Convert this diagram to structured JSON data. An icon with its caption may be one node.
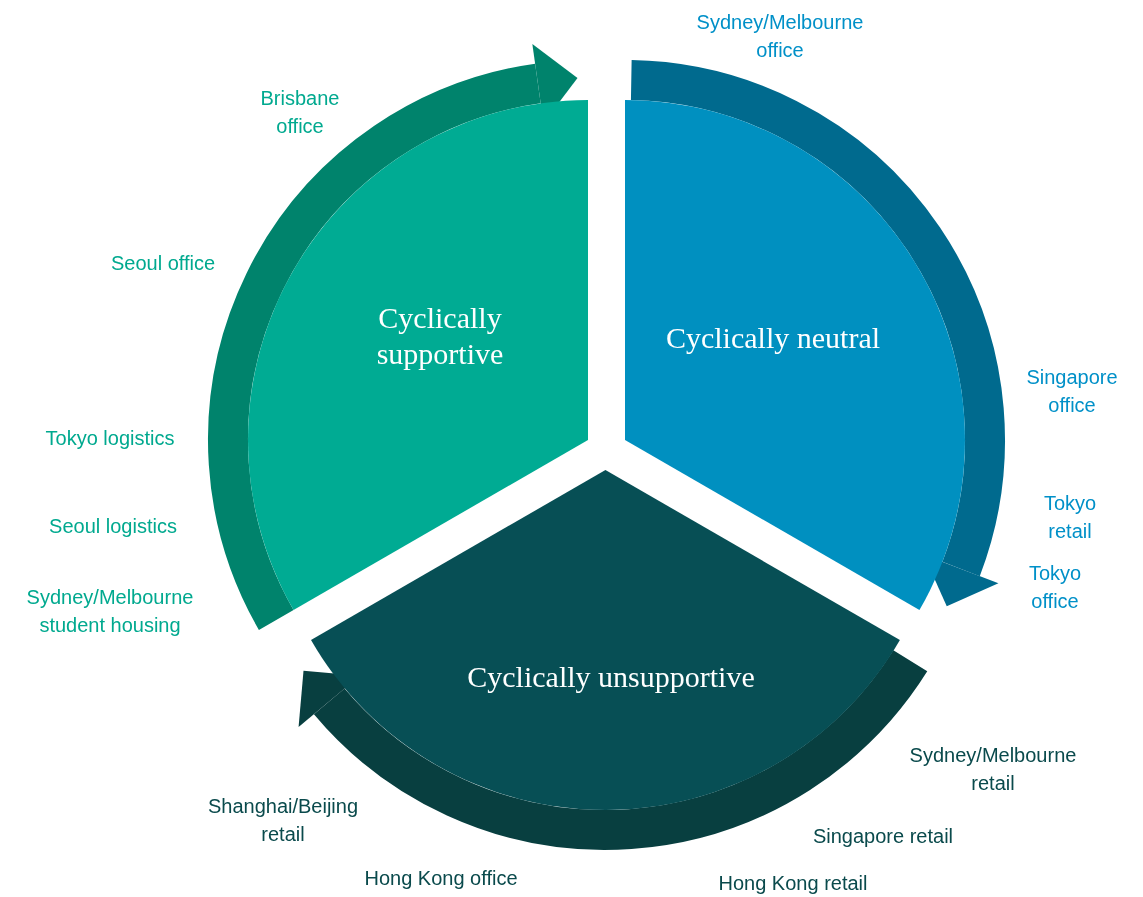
{
  "diagram": {
    "nodes": [
      {
        "text": [
          "Cyclically supportive"
        ],
        "beside": [
          "Brisbane office",
          "Seoul office",
          "Tokyo logistics",
          "Seoul logistics",
          "Sydney/Melbourne student housing"
        ]
      },
      {
        "text": [
          "Cyclically neutral"
        ],
        "beside": [
          "Sydney/Melbourne office",
          "Singapore office",
          "Tokyo retail",
          "Tokyo office"
        ]
      },
      {
        "text": [
          "Cyclically unsupportive"
        ],
        "beside": [
          "Sydney/Melbourne retail",
          "Shanghai/Beijing retail",
          "Singapore retail",
          "Hong Kong office",
          "Hong Kong retail"
        ]
      }
    ]
  }
}
